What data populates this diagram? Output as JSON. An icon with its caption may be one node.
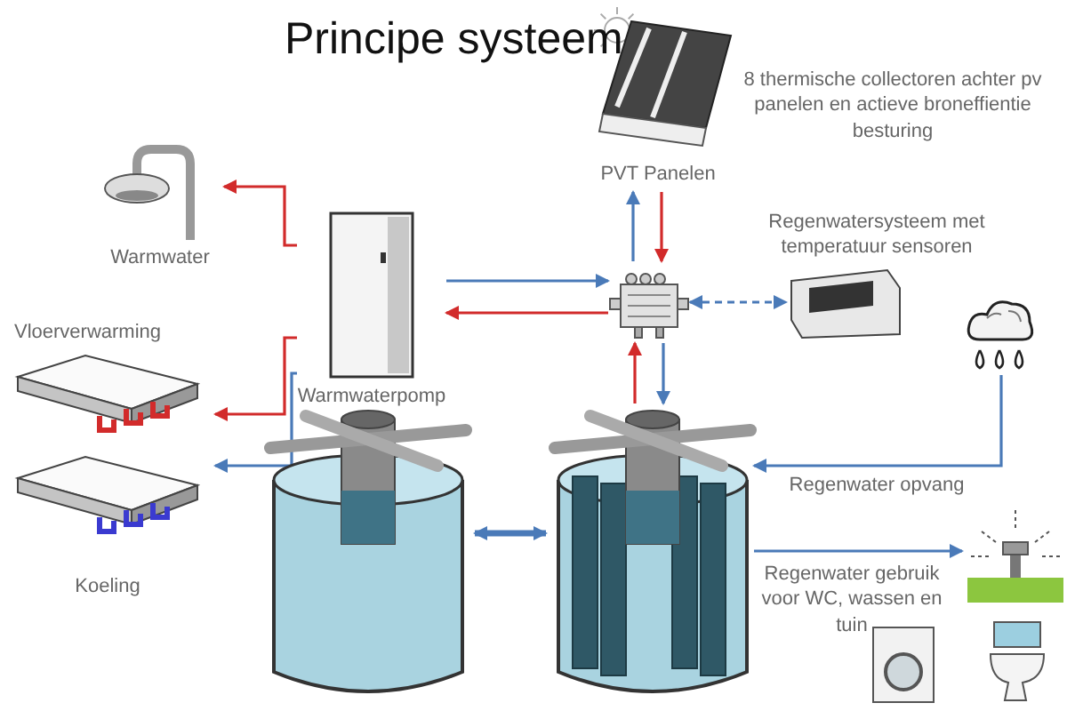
{
  "diagram": {
    "title": "Principe systeem",
    "nodes": [
      {
        "text": [],
        "shape": "picture",
        "beside": [
          "Warmwater"
        ]
      },
      {
        "text": [],
        "shape": "picture",
        "beside": [
          "Warmwaterpomp"
        ]
      },
      {
        "text": [],
        "shape": "picture",
        "beside": [
          "Vloerverwarming"
        ]
      },
      {
        "text": [],
        "shape": "picture",
        "beside": [
          "Koeling"
        ]
      },
      {
        "text": [],
        "shape": "picture",
        "beside": [
          "PVT Panelen",
          "8 thermische collectoren achter pv panelen en actieve broneffientie besturing"
        ]
      },
      {
        "text": [],
        "shape": "picture"
      },
      {
        "text": [],
        "shape": "picture",
        "beside": [
          "Regenwatersysteem met temperatuur sensoren"
        ]
      },
      {
        "text": [],
        "shape": "picture"
      },
      {
        "text": [],
        "shape": "picture"
      },
      {
        "text": [],
        "shape": "picture"
      },
      {
        "text": [],
        "shape": "picture"
      },
      {
        "text": [],
        "shape": "picture"
      },
      {
        "text": [],
        "shape": "picture"
      }
    ],
    "edges": [
      {
        "from": 1,
        "to": 0,
        "arrow": "to",
        "color": "#d22b2b"
      },
      {
        "from": 1,
        "to": 2,
        "arrow": "to",
        "color": "#d22b2b"
      },
      {
        "from": 1,
        "to": 3,
        "arrow": "to"
      },
      {
        "from": 1,
        "to": 5,
        "arrow": "to"
      },
      {
        "from": 5,
        "to": 1,
        "arrow": "to",
        "color": "#d22b2b"
      },
      {
        "from": 5,
        "to": 4,
        "arrow": "to"
      },
      {
        "from": 4,
        "to": 5,
        "arrow": "to",
        "color": "#d22b2b"
      },
      {
        "from": 5,
        "to": 6,
        "arrow": "both",
        "style": "dashed"
      },
      {
        "from": 9,
        "to": 5,
        "arrow": "to",
        "color": "#d22b2b"
      },
      {
        "from": 5,
        "to": 9,
        "arrow": "to"
      },
      {
        "from": 8,
        "to": 9,
        "arrow": "both",
        "style": "thick"
      },
      {
        "from": 7,
        "to": 9,
        "arrow": "to",
        "label": "Regenwater opvang"
      },
      {
        "from": 9,
        "to": 10,
        "arrow": "to",
        "label": "Regenwater gebruik voor WC, wassen en tuin"
      }
    ]
  }
}
